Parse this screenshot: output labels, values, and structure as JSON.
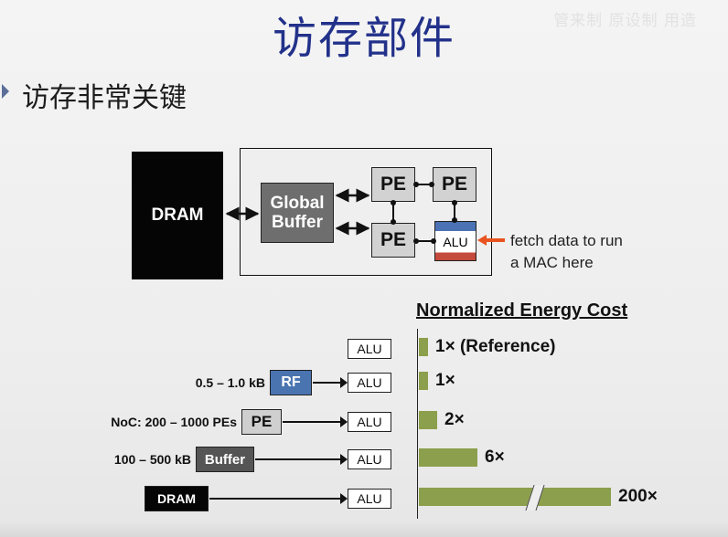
{
  "slide": {
    "title": "访存部件",
    "watermark": "管来制 原设制 用造",
    "bullet": "访存非常关键"
  },
  "diagram": {
    "dram": "DRAM",
    "global_buffer": "Global Buffer",
    "pe_labels": [
      "PE",
      "PE",
      "PE"
    ],
    "alu": "ALU",
    "annotation_line1": "fetch data to run",
    "annotation_line2": "a MAC here",
    "arrow_color": "#e8531f"
  },
  "energy_chart": {
    "heading": "Normalized Energy Cost",
    "alu_label": "ALU",
    "rows": [
      {
        "size_label": "",
        "source": "",
        "cost_label": "1× (Reference)"
      },
      {
        "size_label": "0.5 – 1.0 kB",
        "source": "RF",
        "cost_label": "1×"
      },
      {
        "size_label": "NoC: 200 – 1000 PEs",
        "source": "PE",
        "cost_label": "2×"
      },
      {
        "size_label": "100 – 500 kB",
        "source": "Buffer",
        "cost_label": "6×"
      },
      {
        "size_label": "",
        "source": "DRAM",
        "cost_label": "200×"
      }
    ],
    "bar_color": "#8c9f4c"
  }
}
